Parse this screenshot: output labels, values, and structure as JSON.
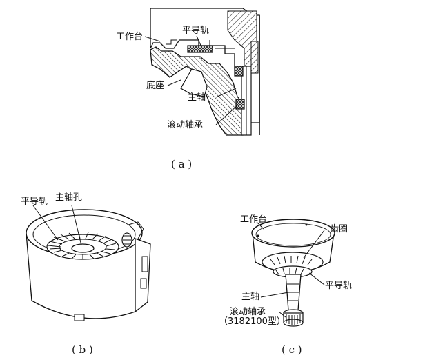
{
  "figures": {
    "a": {
      "caption": "( a )",
      "labels": {
        "worktable": "工作台",
        "flat_guide": "平导轨",
        "base": "底座",
        "spindle": "主轴",
        "rolling_bearing": "滚动轴承"
      }
    },
    "b": {
      "caption": "( b )",
      "labels": {
        "flat_guide": "平导轨",
        "spindle_hole": "主轴孔"
      }
    },
    "c": {
      "caption": "( c )",
      "labels": {
        "worktable": "工作台",
        "gear_ring": "齿圈",
        "flat_guide": "平导轨",
        "spindle": "主轴",
        "rolling_bearing": "滚动轴承",
        "bearing_model": "（3182100型）"
      }
    }
  }
}
